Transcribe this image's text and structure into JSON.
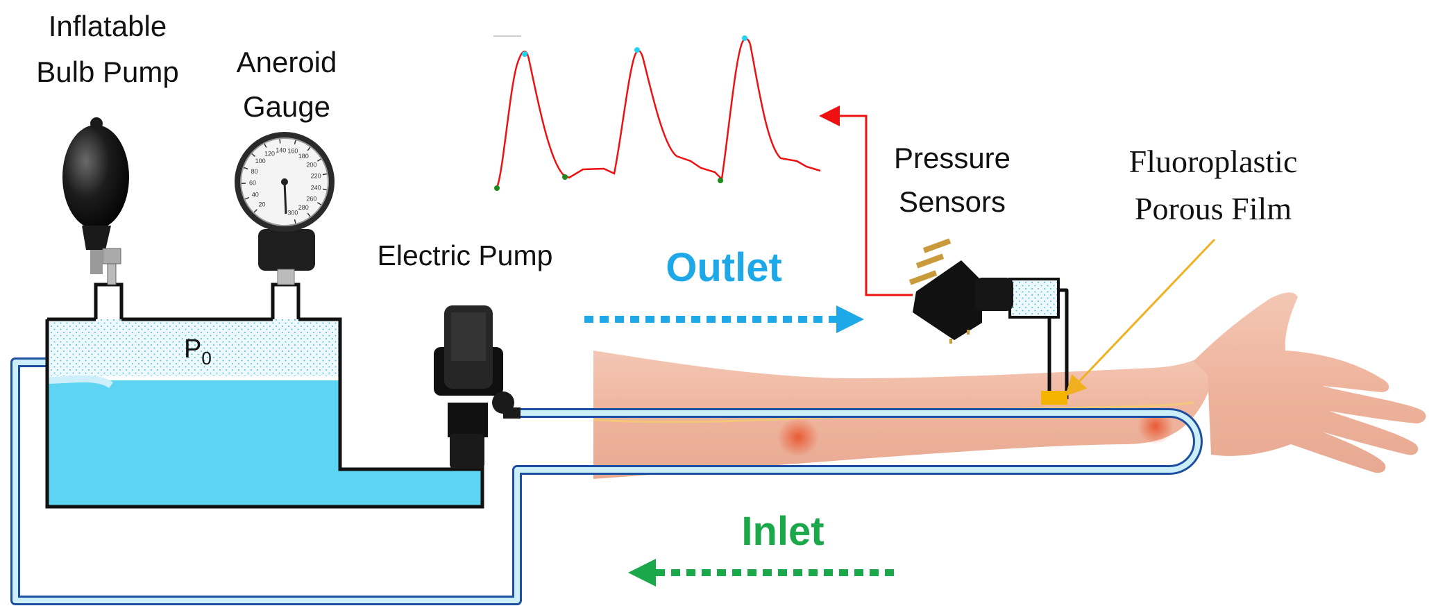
{
  "labels": {
    "bulb_pump_line1": "Inflatable",
    "bulb_pump_line2": "Bulb Pump",
    "gauge_line1": "Aneroid",
    "gauge_line2": "Gauge",
    "electric_pump": "Electric Pump",
    "pressure_line1": "Pressure",
    "pressure_line2": "Sensors",
    "film_line1": "Fluoroplastic",
    "film_line2": "Porous Film",
    "p0_main": "P",
    "p0_sub": "0",
    "outlet": "Outlet",
    "inlet": "Inlet"
  },
  "gauge_ticks": [
    "20",
    "40",
    "60",
    "80",
    "100",
    "120",
    "140",
    "160",
    "180",
    "200",
    "220",
    "240",
    "260",
    "280",
    "300"
  ],
  "colors": {
    "water": "#5dd4f2",
    "tube_outline": "#1c4fa0",
    "tube_fill": "#cdeefb",
    "outlet_arrow": "#1fa8e8",
    "inlet_arrow": "#1aa84a",
    "signal_line": "#ee1111",
    "peak_marker": "#22d4f0",
    "trough_marker": "#1a8a1a",
    "film": "#f5b400",
    "film_pointer": "#f0b020"
  },
  "icons": {
    "bulb": "rubber-bulb-icon",
    "gauge": "aneroid-gauge-icon",
    "pump": "electric-pump-icon",
    "sensor": "pressure-sensor-icon",
    "arm": "forearm-icon"
  }
}
